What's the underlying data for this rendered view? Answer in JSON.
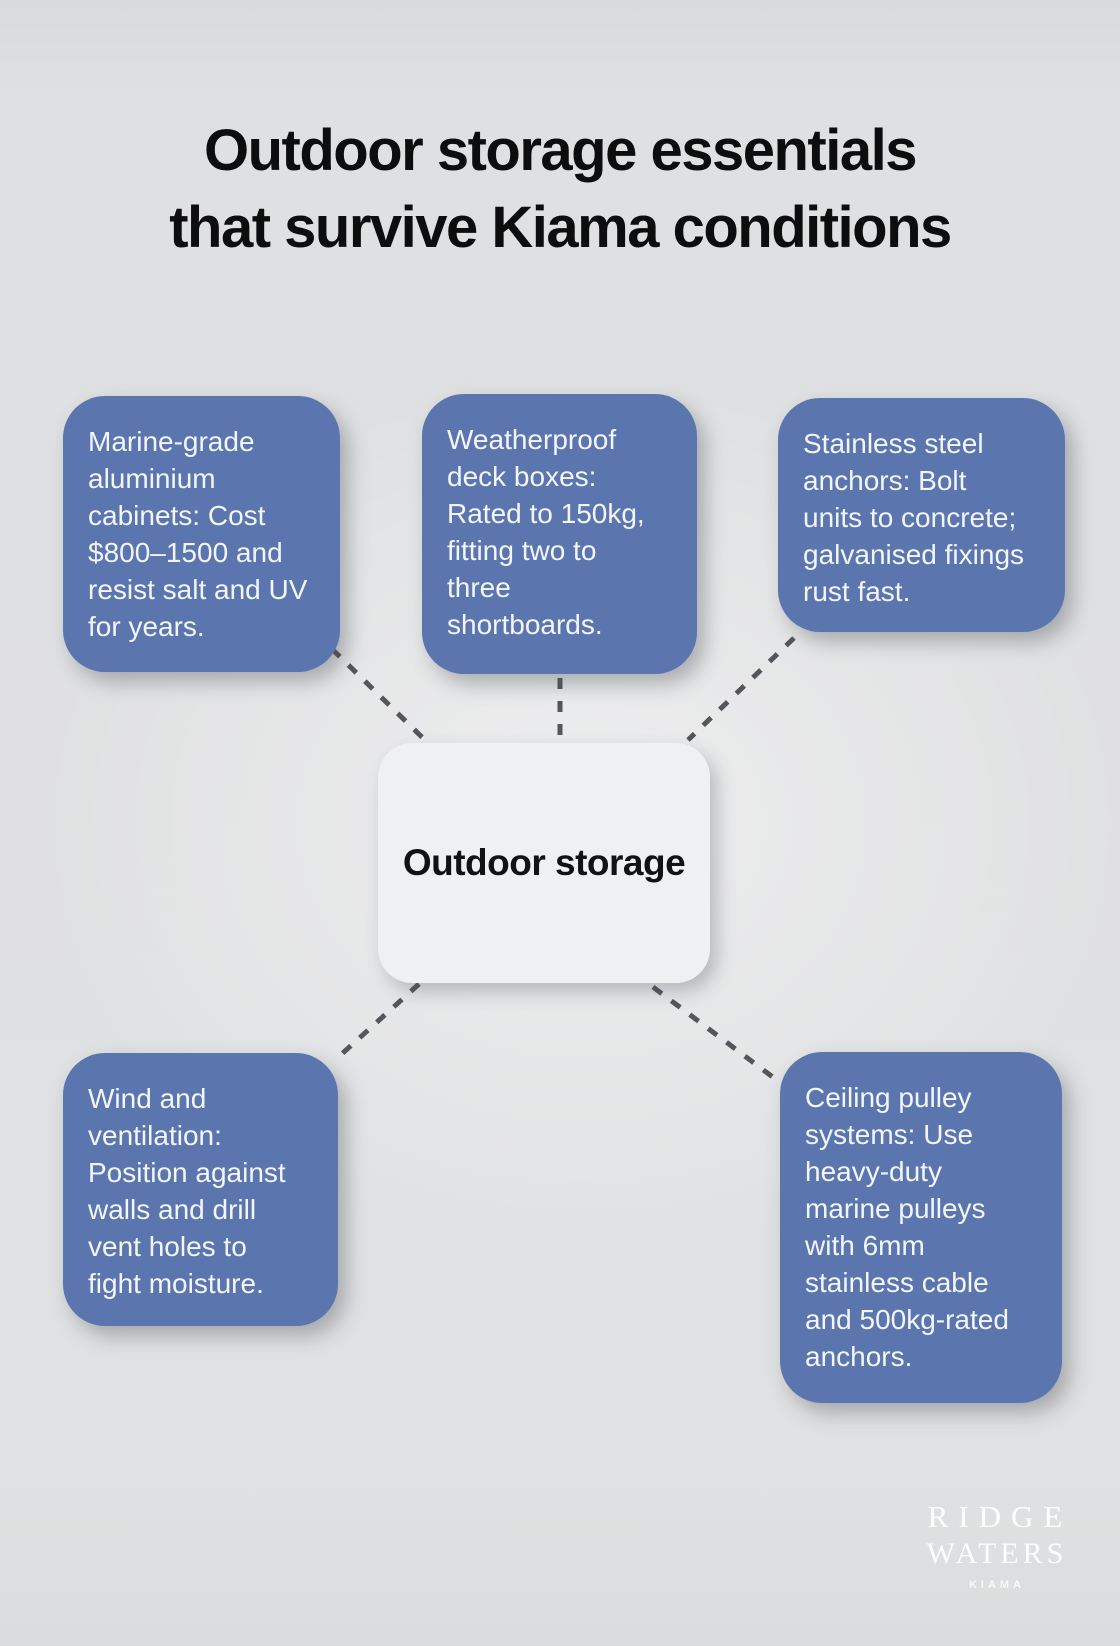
{
  "title": {
    "line1": "Outdoor storage essentials",
    "line2": "that survive Kiama conditions"
  },
  "center": {
    "label": "Outdoor storage"
  },
  "nodes": [
    {
      "id": "marine-grade-cabinets",
      "text": "Marine-grade\naluminium\ncabinets: Cost\n$800–1500 and\nresist salt and UV\nfor years."
    },
    {
      "id": "weatherproof-deck-boxes",
      "text": "Weatherproof\ndeck boxes:\nRated to 150kg,\nfitting two to\nthree\nshortboards."
    },
    {
      "id": "stainless-steel-anchors",
      "text": "Stainless steel\nanchors: Bolt\nunits to concrete;\ngalvanised fixings\nrust fast."
    },
    {
      "id": "wind-and-ventilation",
      "text": "Wind and\nventilation:\nPosition against\nwalls and drill\nvent holes to\nfight moisture."
    },
    {
      "id": "ceiling-pulley-systems",
      "text": "Ceiling pulley\nsystems: Use\nheavy-duty\nmarine pulleys\nwith 6mm\nstainless cable\nand 500kg-rated\nanchors."
    }
  ],
  "logo": {
    "brand_line1": "RIDGE",
    "brand_line2": "WATERS",
    "tagline": "KIAMA"
  },
  "colors": {
    "bg": "#dfe0e1",
    "card_fill": "#5b76ae",
    "card_text": "#f3f5f7",
    "center_fill": "#eff0f2",
    "center_text": "#121213",
    "connector": "#53565a",
    "title_text": "#0d0d0e",
    "logo_text": "#fdfdfd"
  }
}
